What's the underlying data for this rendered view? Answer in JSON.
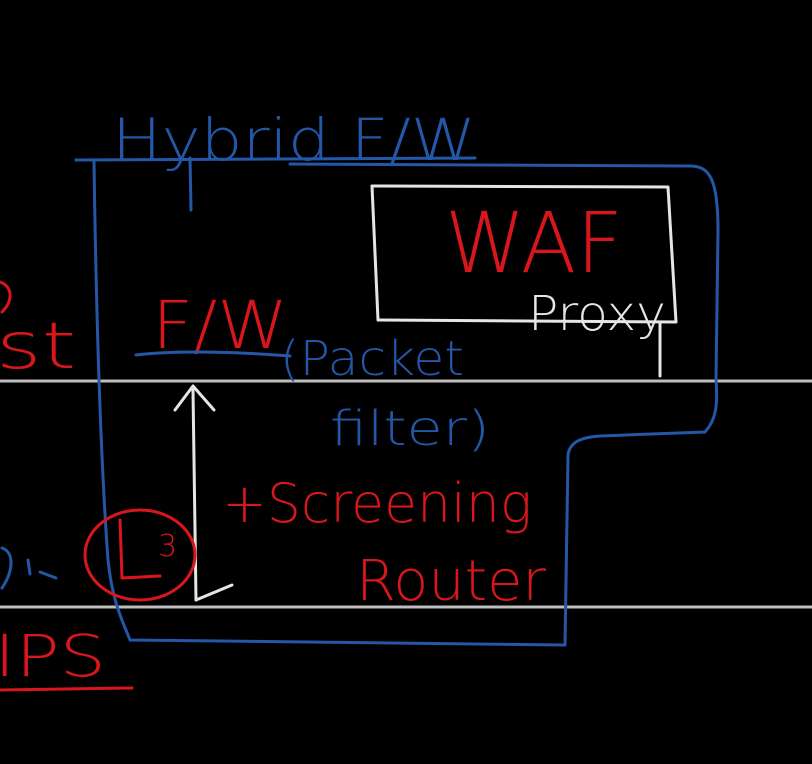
{
  "canvas": {
    "background": "#000000"
  },
  "colors": {
    "blue": "#2457a8",
    "red": "#d8161c",
    "white": "#e6e6e6",
    "gray": "#bdbdbd"
  },
  "labels": {
    "hybrid_fw": "Hybrid F/W",
    "waf": "WAF",
    "proxy": "Proxy",
    "fw": "F/W",
    "packet_filter_line1": "(Packet",
    "packet_filter_line2": "filter)",
    "screening_router_line1": "+Screening",
    "screening_router_line2": "Router",
    "layer_number": "3",
    "left_partial_top": "st",
    "left_partial_bottom": "IPS"
  }
}
